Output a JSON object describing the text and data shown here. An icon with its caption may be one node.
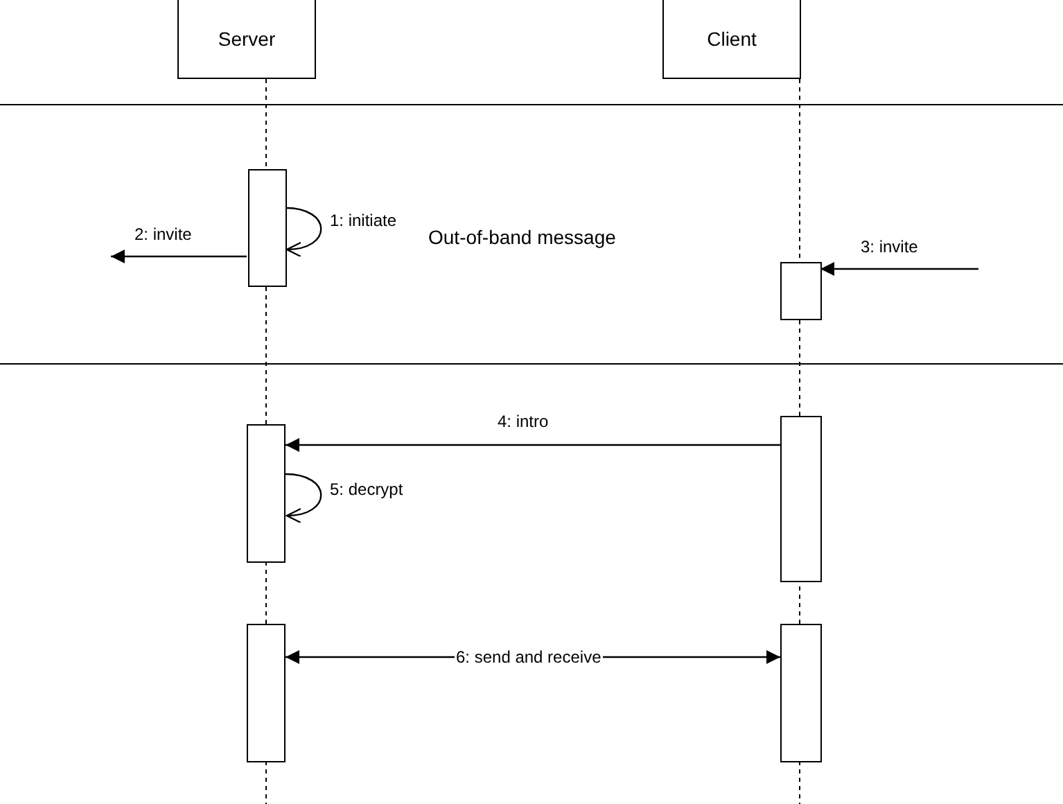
{
  "diagram": {
    "nodes": [
      {
        "text": [
          "Server"
        ]
      },
      {
        "text": [
          "Client"
        ]
      },
      {
        "text": [
          "Out-of-band message"
        ]
      },
      {
        "text": [],
        "shape": "box",
        "in": 2
      },
      {
        "text": [],
        "shape": "box",
        "in": 2
      },
      {
        "text": [],
        "shape": "box"
      },
      {
        "text": [],
        "shape": "box"
      },
      {
        "text": [],
        "shape": "box"
      },
      {
        "text": [],
        "shape": "box"
      }
    ],
    "edges": [
      {
        "from": 3,
        "to": 3,
        "arrow": "to",
        "label": "1: initiate"
      },
      {
        "from": 3,
        "to": null,
        "arrow": "to",
        "label": "2: invite"
      },
      {
        "from": null,
        "to": 4,
        "arrow": "to",
        "label": "3: invite"
      },
      {
        "from": 6,
        "to": 5,
        "arrow": "to",
        "label": "4: intro"
      },
      {
        "from": 5,
        "to": 5,
        "arrow": "to",
        "label": "5: decrypt"
      },
      {
        "from": 7,
        "to": 8,
        "arrow": "both",
        "label": "6: send and receive"
      }
    ]
  }
}
